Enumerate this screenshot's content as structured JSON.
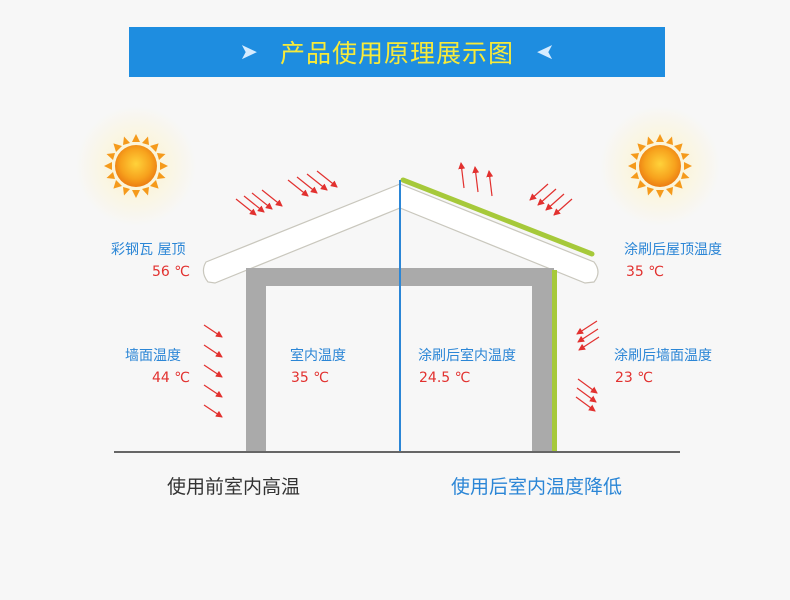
{
  "title": "产品使用原理展示图",
  "colors": {
    "banner": "#1e8de0",
    "title_text": "#f7ea3a",
    "label_blue": "#2b86d6",
    "temp_red": "#e2312f",
    "coating_green": "#a6c93a",
    "wall_gray": "#aaaaaa",
    "sun": "#f59a1b"
  },
  "left": {
    "roof_label": "彩钢瓦  屋顶",
    "roof_temp": "56 ℃",
    "wall_label": "墙面温度",
    "wall_temp": "44 ℃",
    "indoor_label": "室内温度",
    "indoor_temp": "35 ℃",
    "caption": "使用前室内高温"
  },
  "right": {
    "roof_label": "涂刷后屋顶温度",
    "roof_temp": "35 ℃",
    "wall_label": "涂刷后墙面温度",
    "wall_temp": "23 ℃",
    "indoor_label": "涂刷后室内温度",
    "indoor_temp": "24.5 ℃",
    "caption": "使用后室内温度降低"
  }
}
